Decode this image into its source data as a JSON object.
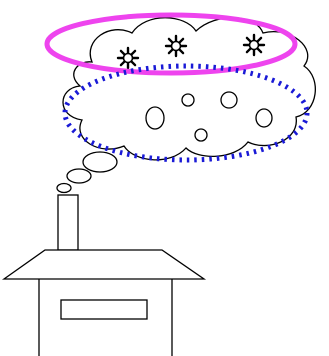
{
  "colors": {
    "background": "#ffffff",
    "line": "#000000",
    "magenta_ellipse": "#ee44ee",
    "blue_dotted_ellipse": "#1a1ad6"
  },
  "icons": {
    "cloud": "thought-cloud-icon",
    "sun": "sun-icon",
    "circle": "bubble-circle-icon",
    "house": "house-icon",
    "chimney": "chimney-icon"
  },
  "counts": {
    "suns": 3,
    "circles_in_cloud": 5,
    "trail_puffs": 3
  }
}
